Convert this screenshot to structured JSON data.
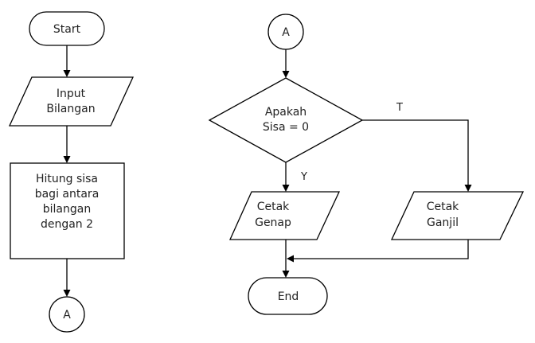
{
  "flowchart": {
    "left_column": {
      "start": "Start",
      "input_lines": [
        "Input",
        "Bilangan"
      ],
      "process_lines": [
        "Hitung sisa",
        "bagi antara",
        "bilangan",
        "dengan 2"
      ],
      "connector": "A"
    },
    "right_column": {
      "connector": "A",
      "decision_lines": [
        "Apakah",
        "Sisa = 0"
      ],
      "branch_yes": "Y",
      "branch_no": "T",
      "output_even_lines": [
        "Cetak",
        "Genap"
      ],
      "output_odd_lines": [
        "Cetak",
        "Ganjil"
      ],
      "end": "End"
    }
  }
}
